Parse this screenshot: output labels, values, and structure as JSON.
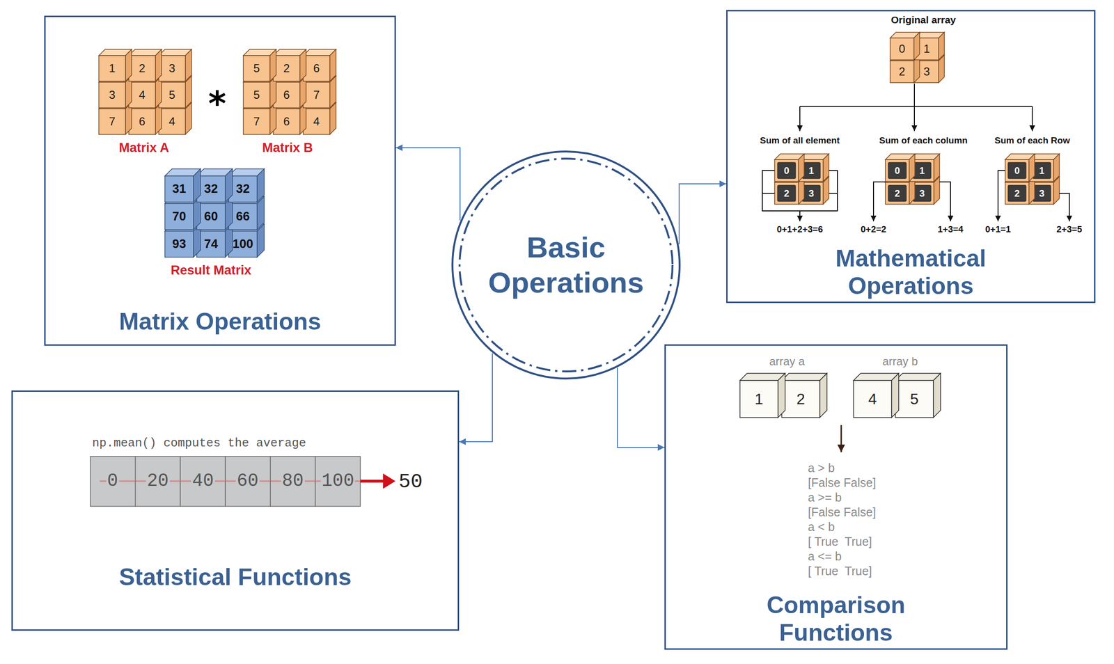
{
  "diagram": {
    "nodes": [
      {
        "text": [
          "Basic Operations"
        ]
      },
      {
        "text": [
          "Matrix Operations"
        ]
      },
      {
        "text": [
          "Mathematical Operations"
        ]
      },
      {
        "text": [
          "Statistical Functions"
        ]
      },
      {
        "text": [
          "Comparison Functions"
        ]
      }
    ],
    "edges": [
      {
        "from": 0,
        "to": 1,
        "arrow": "to"
      },
      {
        "from": 0,
        "to": 2,
        "arrow": "to"
      },
      {
        "from": 0,
        "to": 3,
        "arrow": "to"
      },
      {
        "from": 0,
        "to": 4,
        "arrow": "to"
      }
    ],
    "labels": [
      "1",
      "2",
      "3",
      "3",
      "4",
      "5",
      "7",
      "6",
      "4",
      "*",
      "5",
      "2",
      "6",
      "5",
      "6",
      "7",
      "7",
      "6",
      "4",
      "Matrix A",
      "Matrix B",
      "31",
      "32",
      "32",
      "70",
      "60",
      "66",
      "93",
      "74",
      "100",
      "Result Matrix",
      "Original array",
      "0",
      "1",
      "2",
      "3",
      "Sum of all element",
      "Sum of each column",
      "Sum of each Row",
      "0",
      "1",
      "2",
      "3",
      "0",
      "1",
      "2",
      "3",
      "0",
      "1",
      "2",
      "3",
      "0+1+2+3=6",
      "0+2=2",
      "1+3=4",
      "0+1=1",
      "2+3=5",
      "np.mean() computes the average",
      "0",
      "20",
      "40",
      "60",
      "80",
      "100",
      "50",
      "array a",
      "array b",
      "1",
      "2",
      "4",
      "5",
      "a > b",
      "[False False]",
      "a >= b",
      "[False False]",
      "a < b",
      "[ True  True]",
      "a <= b",
      "[ True  True]"
    ]
  }
}
